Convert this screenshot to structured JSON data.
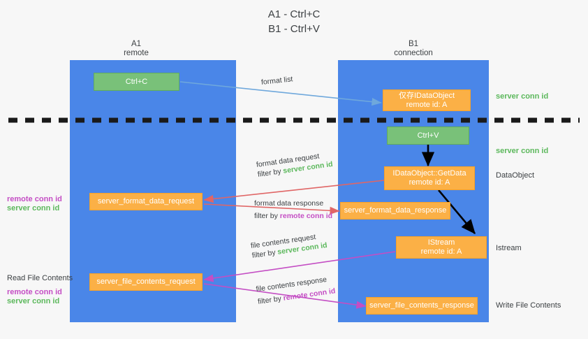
{
  "title": {
    "line1": "A1 - Ctrl+C",
    "line2": "B1 - Ctrl+V"
  },
  "lanes": [
    {
      "id": "a1",
      "title": "A1",
      "subtitle": "remote",
      "color": "#4a86e8"
    },
    {
      "id": "b1",
      "title": "B1",
      "subtitle": "connection",
      "color": "#4a86e8"
    }
  ],
  "colors": {
    "lane": "#4a86e8",
    "green_box": "#79c179",
    "orange_box": "#fbb046",
    "server_conn_id": "#5cb85c",
    "remote_conn_id": "#c44ec4",
    "arrow_blue": "#6fa8dc",
    "arrow_red": "#e06666",
    "arrow_magenta": "#c44ec4",
    "arrow_black": "#000000",
    "divider": "#1a1a1a"
  },
  "nodes": {
    "ctrl_c": {
      "label": "Ctrl+C",
      "style": "green"
    },
    "ctrl_v": {
      "label": "Ctrl+V",
      "style": "green"
    },
    "idataobject": {
      "label": "仅存IDataObject",
      "sublabel": "remote id: A",
      "style": "orange"
    },
    "getdata": {
      "label": "IDataObject::GetData",
      "sublabel": "remote id: A",
      "style": "orange"
    },
    "istream": {
      "label": "IStream",
      "sublabel": "remote id: A",
      "style": "orange"
    },
    "server_format_data_request": {
      "label": "server_format_data_request",
      "style": "orange"
    },
    "server_format_data_response": {
      "label": "server_format_data_response",
      "style": "orange"
    },
    "server_file_contents_request": {
      "label": "server_file_contents_request",
      "style": "orange"
    },
    "server_file_contents_response": {
      "label": "server_file_contents_response",
      "style": "orange"
    }
  },
  "right_annotations": [
    {
      "id": "server-conn-id-1",
      "text": "server conn id",
      "kind": "green"
    },
    {
      "id": "server-conn-id-2",
      "text": "server conn id",
      "kind": "green"
    },
    {
      "id": "dataobject",
      "text": "DataObject",
      "kind": "dark"
    },
    {
      "id": "istream",
      "text": "Istream",
      "kind": "dark"
    },
    {
      "id": "write-file-contents",
      "text": "Write File Contents",
      "kind": "dark"
    }
  ],
  "left_annotations": [
    {
      "id": "remote-conn-id-1",
      "text": "remote conn id",
      "kind": "magenta"
    },
    {
      "id": "server-conn-id-3",
      "text": "server conn id",
      "kind": "green"
    },
    {
      "id": "read-file-contents",
      "text": "Read File Contents",
      "kind": "dark"
    },
    {
      "id": "remote-conn-id-2",
      "text": "remote conn id",
      "kind": "magenta"
    },
    {
      "id": "server-conn-id-4",
      "text": "server conn id",
      "kind": "green"
    }
  ],
  "edges": [
    {
      "id": "format-list",
      "label": "format list",
      "filter_prefix": "",
      "filter_value": "",
      "filter_kind": "",
      "color": "#6fa8dc"
    },
    {
      "id": "format-data-request",
      "label": "format data request",
      "filter_prefix": "filter by ",
      "filter_value": "server conn id",
      "filter_kind": "green",
      "color": "#e06666"
    },
    {
      "id": "format-data-response",
      "label": "format data response",
      "filter_prefix": "filter by ",
      "filter_value": "remote conn id",
      "filter_kind": "magenta",
      "color": "#e06666"
    },
    {
      "id": "file-contents-request",
      "label": "file contents request",
      "filter_prefix": "filter by ",
      "filter_value": "server conn id",
      "filter_kind": "green",
      "color": "#c44ec4"
    },
    {
      "id": "file-contents-response",
      "label": "file contents response",
      "filter_prefix": "filter by ",
      "filter_value": "remote conn id",
      "filter_kind": "magenta",
      "color": "#c44ec4"
    }
  ]
}
